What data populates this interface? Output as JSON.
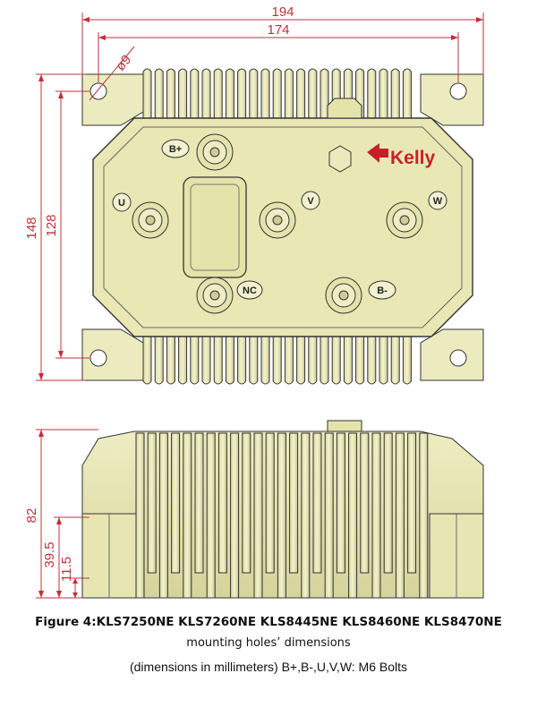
{
  "dimensions": {
    "width_outer": "194",
    "width_holes": "174",
    "hole_diameter": "ø9",
    "height_outer": "148",
    "height_holes": "128",
    "side_height": "82",
    "side_mid": "39.5",
    "side_low": "11.5"
  },
  "terminals": {
    "b_plus": "B+",
    "b_minus": "B-",
    "u": "U",
    "v": "V",
    "w": "W",
    "nc": "NC"
  },
  "logo": {
    "brand": "Kelly"
  },
  "caption": {
    "title": "Figure 4:KLS7250NE KLS7260NE KLS8445NE KLS8460NE  KLS8470NE",
    "line2": "mounting holes’ dimensions",
    "line3": "(dimensions in millimeters) B+,B-,U,V,W: M6 Bolts"
  },
  "colors": {
    "body": "#e9e8b4",
    "outline": "#333333",
    "dimension": "#c0303a",
    "logo": "#c8202a"
  }
}
